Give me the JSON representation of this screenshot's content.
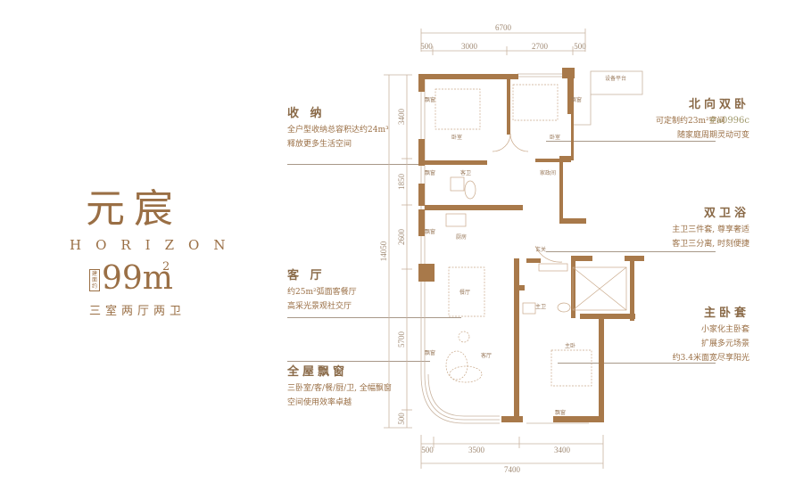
{
  "brand": {
    "title_cn": "元宸",
    "title_en": "HORIZON",
    "area_badge": "建面约",
    "area_value": "99m",
    "area_sup": "2",
    "layout": "三室两厅两卫"
  },
  "features": {
    "storage": {
      "title": "收 纳",
      "line1": "全户型收纳总容积达约24m³",
      "line2": "释放更多生活空间"
    },
    "living": {
      "title": "客 厅",
      "line1": "约25m²弧面客餐厅",
      "line2": "高采光景观社交厅"
    },
    "windows": {
      "title": "全屋飘窗",
      "line1": "三卧室/客/餐/厨/卫, 全幅飘窗",
      "line2": "空间使用效率卓越"
    },
    "north_bedrooms": {
      "title": "北向双卧",
      "line1": "可定制约23m²空间",
      "overlay": "#a0996c",
      "line2": "随家庭周期灵动可变"
    },
    "bathrooms": {
      "title": "双卫浴",
      "line1": "主卫三件套, 尊享奢适",
      "line2": "客卫三分离, 时刻便捷"
    },
    "master": {
      "title": "主卧套",
      "line1": "小家化主卧套",
      "line2": "扩展多元场景",
      "line3": "约3.4米面宽尽享阳光"
    }
  },
  "dimensions": {
    "top_total": "6700",
    "top_segments": [
      "500",
      "3000",
      "2700",
      "500"
    ],
    "bottom_total": "7400",
    "bottom_segments": [
      "500",
      "3500",
      "3400"
    ],
    "left_total": "14050",
    "left_segments": [
      "3400",
      "1850",
      "2600",
      "5700",
      "500"
    ]
  },
  "rooms": {
    "bedroom1": "卧室",
    "bedroom2": "卧室",
    "bay1": "飘窗",
    "bay2": "飘窗",
    "bay3": "飘窗",
    "bay4": "飘窗",
    "bay5": "飘窗",
    "bay6": "飘窗",
    "guest_bath": "客卫",
    "utility": "家政间",
    "kitchen": "厨房",
    "dining": "餐厅",
    "living": "客厅",
    "entry": "玄关",
    "master_bath": "主卫",
    "master_bed": "主卧",
    "equipment": "设备平台"
  },
  "colors": {
    "wall": "#a8794a",
    "accent": "#9a6f45",
    "line": "#c9b4a0"
  }
}
